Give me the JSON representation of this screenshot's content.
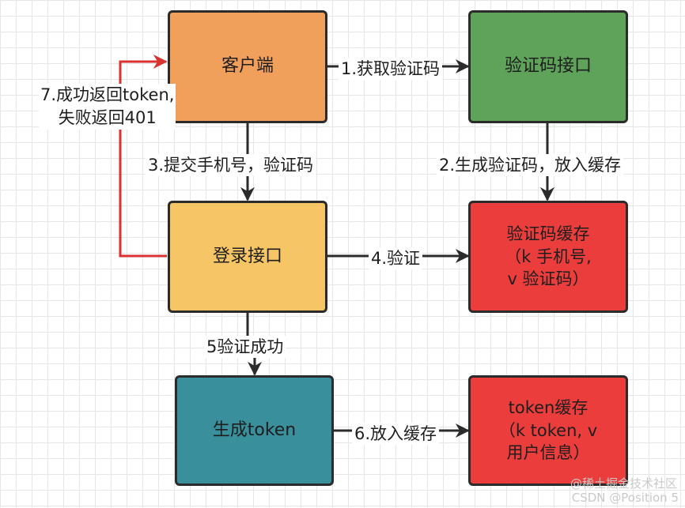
{
  "diagram": {
    "nodes": {
      "client": {
        "label": "客户端",
        "color": "#f0a05a"
      },
      "captcha_api": {
        "label": "验证码接口",
        "color": "#5fa35b"
      },
      "login_api": {
        "label": "登录接口",
        "color": "#f5c566"
      },
      "captcha_cache": {
        "label": "验证码缓存\n（k 手机号,\nv 验证码）",
        "color": "#ec3d3d"
      },
      "gen_token": {
        "label": "生成token",
        "color": "#3a8f9c"
      },
      "token_cache": {
        "label": "token缓存\n（k token, v\n用户信息）",
        "color": "#ec3d3d"
      }
    },
    "edges": [
      {
        "from": "client",
        "to": "captcha_api",
        "label": "1.获取验证码",
        "color": "#2b2b2b"
      },
      {
        "from": "captcha_api",
        "to": "captcha_cache",
        "label": "2.生成验证码，放入缓存",
        "color": "#2b2b2b"
      },
      {
        "from": "client",
        "to": "login_api",
        "label": "3.提交手机号，验证码",
        "color": "#2b2b2b"
      },
      {
        "from": "login_api",
        "to": "captcha_cache",
        "label": "4.验证",
        "color": "#2b2b2b"
      },
      {
        "from": "login_api",
        "to": "gen_token",
        "label": "5验证成功",
        "color": "#2b2b2b"
      },
      {
        "from": "gen_token",
        "to": "token_cache",
        "label": "6.放入缓存",
        "color": "#2b2b2b"
      },
      {
        "from": "login_api",
        "to": "client",
        "label": "7.成功返回token,\n失败返回401",
        "color": "#d93232"
      }
    ]
  },
  "watermark": {
    "line1": "@稀土掘金技术社区",
    "line2": "CSDN @Position 5"
  }
}
